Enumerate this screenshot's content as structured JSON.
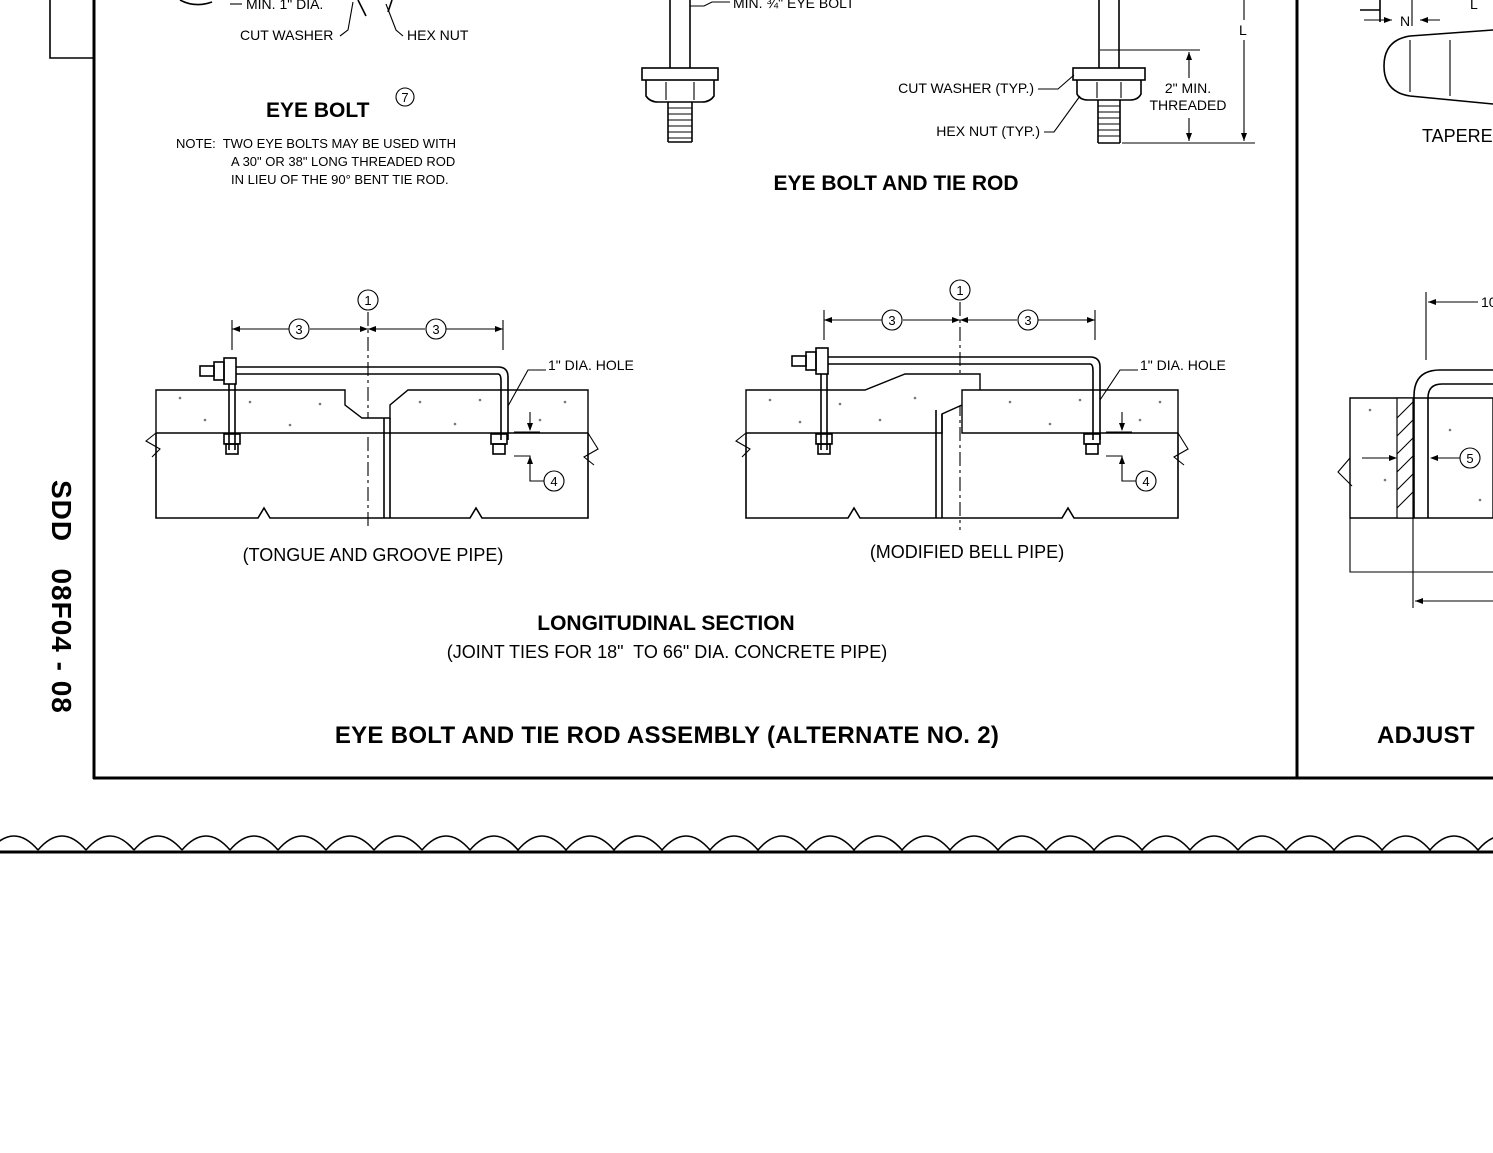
{
  "sheet_id": "SDD   08F04 - 08",
  "eye_bolt_detail": {
    "title": "EYE BOLT",
    "note_ref": "7",
    "labels": {
      "min_dia": "MIN. 1\" DIA.",
      "cut_washer": "CUT WASHER",
      "hex_nut": "HEX NUT"
    },
    "note_lines": [
      "NOTE:  TWO EYE BOLTS MAY BE USED WITH",
      "A 30\" OR 38\" LONG THREADED ROD",
      "IN LIEU OF THE 90° BENT TIE ROD."
    ]
  },
  "eye_bolt_tie_rod_detail": {
    "title": "EYE BOLT AND TIE ROD",
    "labels": {
      "min_eye_bolt": "MIN. ¾\" EYE BOLT",
      "cut_washer": "CUT WASHER (TYP.)",
      "hex_nut": "HEX NUT (TYP.)",
      "threaded_1": "2\" MIN.",
      "threaded_2": "THREADED",
      "dim_l": "L"
    }
  },
  "longitudinal_section": {
    "title": "LONGITUDINAL SECTION",
    "subtitle": "(JOINT TIES FOR 18\"  TO 66\" DIA. CONCRETE PIPE)",
    "hole_label": "1\" DIA. HOLE",
    "left_caption": "(TONGUE AND GROOVE PIPE)",
    "right_caption": "(MODIFIED BELL PIPE)",
    "refs": {
      "one": "1",
      "three": "3",
      "four": "4"
    }
  },
  "assembly_title": "EYE BOLT AND TIE ROD ASSEMBLY (ALTERNATE NO. 2)",
  "right_panel": {
    "tapered_label": "TAPERE",
    "adjust_label": "ADJUST",
    "ref_five": "5",
    "dim_n": "N",
    "dim_l1": "L",
    "dim_10": "10"
  }
}
